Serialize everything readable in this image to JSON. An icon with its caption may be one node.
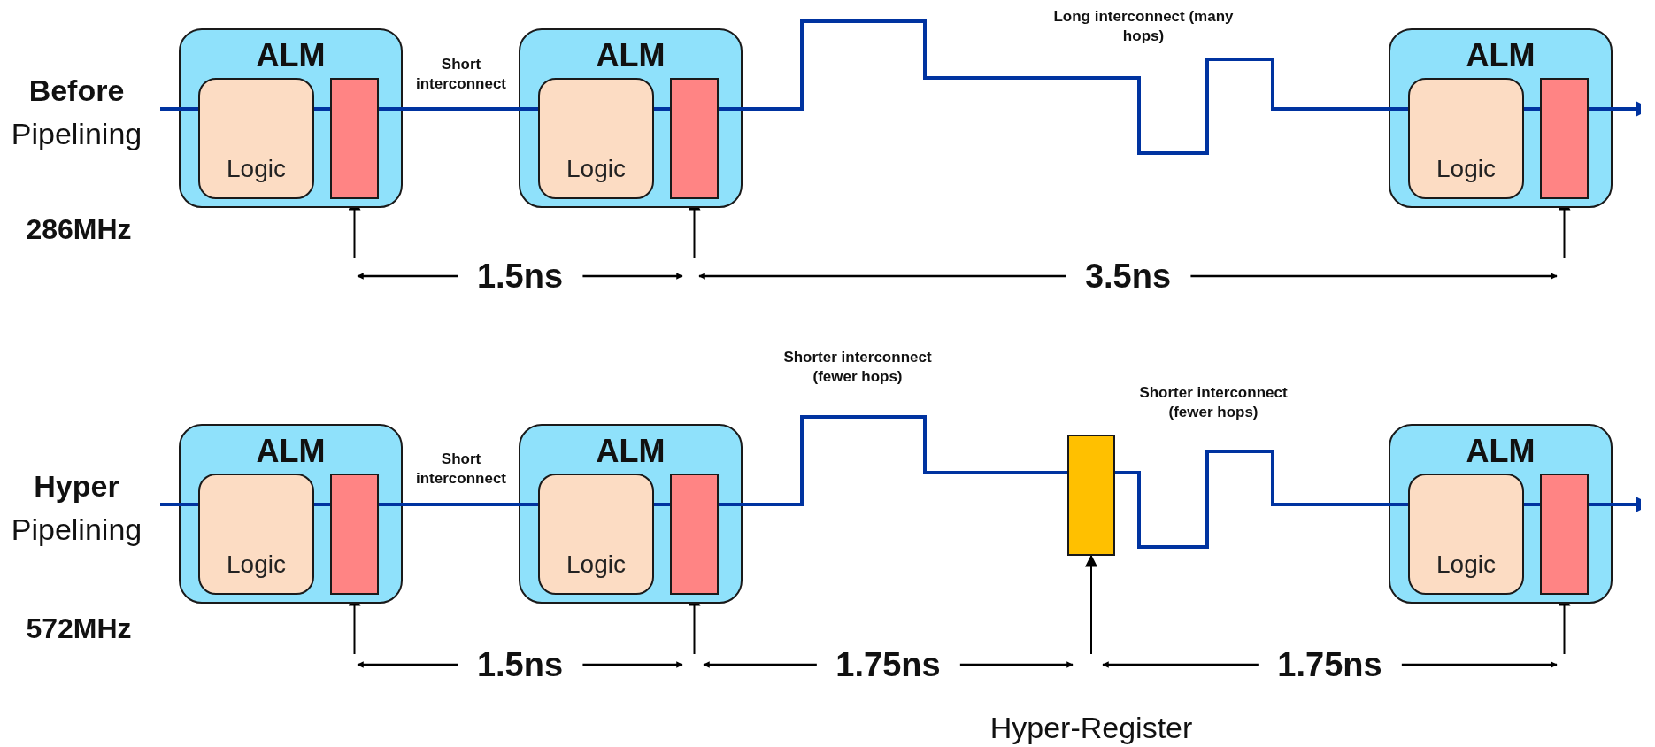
{
  "diagram": {
    "nodes": [
      {
        "text": [
          "ALM"
        ]
      },
      {
        "text": [
          "Logic"
        ],
        "in": 0
      },
      {
        "text": [],
        "shape": "box",
        "in": 0
      },
      {
        "text": [
          "ALM"
        ]
      },
      {
        "text": [
          "Logic"
        ],
        "in": 3
      },
      {
        "text": [],
        "shape": "box",
        "in": 3
      },
      {
        "text": [
          "ALM"
        ]
      },
      {
        "text": [
          "Logic"
        ],
        "in": 6
      },
      {
        "text": [],
        "shape": "box",
        "in": 6
      },
      {
        "text": [
          "ALM"
        ]
      },
      {
        "text": [
          "Logic"
        ],
        "in": 9
      },
      {
        "text": [],
        "shape": "box",
        "in": 9
      },
      {
        "text": [
          "ALM"
        ]
      },
      {
        "text": [
          "Logic"
        ],
        "in": 12
      },
      {
        "text": [],
        "shape": "box",
        "in": 12
      },
      {
        "text": [],
        "shape": "box"
      },
      {
        "text": [
          "ALM"
        ]
      },
      {
        "text": [
          "Logic"
        ],
        "in": 16
      },
      {
        "text": [],
        "shape": "box",
        "in": 16
      }
    ],
    "edges": [
      {
        "from": null,
        "to": 0,
        "arrow": "none"
      },
      {
        "from": 0,
        "to": 3,
        "arrow": "none",
        "label": "Short interconnect"
      },
      {
        "from": 3,
        "to": 6,
        "arrow": "none",
        "label": "Long interconnect (many hops)"
      },
      {
        "from": 6,
        "to": null,
        "arrow": "to"
      },
      {
        "from": null,
        "to": 2,
        "arrow": "to",
        "color": "#000000"
      },
      {
        "from": null,
        "to": 5,
        "arrow": "to",
        "color": "#000000"
      },
      {
        "from": null,
        "to": 8,
        "arrow": "to",
        "color": "#000000"
      },
      {
        "from": null,
        "to": 9,
        "arrow": "none"
      },
      {
        "from": 9,
        "to": 12,
        "arrow": "none",
        "label": "Short interconnect"
      },
      {
        "from": 12,
        "to": 15,
        "arrow": "none",
        "label": "Shorter interconnect (fewer hops)"
      },
      {
        "from": 15,
        "to": 16,
        "arrow": "none",
        "label": "Shorter interconnect (fewer hops)"
      },
      {
        "from": 16,
        "to": null,
        "arrow": "to"
      },
      {
        "from": null,
        "to": 11,
        "arrow": "to",
        "color": "#000000"
      },
      {
        "from": null,
        "to": 14,
        "arrow": "to",
        "color": "#000000"
      },
      {
        "from": null,
        "to": 15,
        "arrow": "to",
        "color": "#000000"
      },
      {
        "from": null,
        "to": 18,
        "arrow": "to",
        "color": "#000000"
      }
    ],
    "labels": [
      "**Before** Pipelining",
      "286MHz",
      "1.5ns",
      "3.5ns",
      "**Hyper** Pipelining",
      "572MHz",
      "1.5ns",
      "1.75ns",
      "1.75ns",
      "Hyper-Register"
    ]
  }
}
